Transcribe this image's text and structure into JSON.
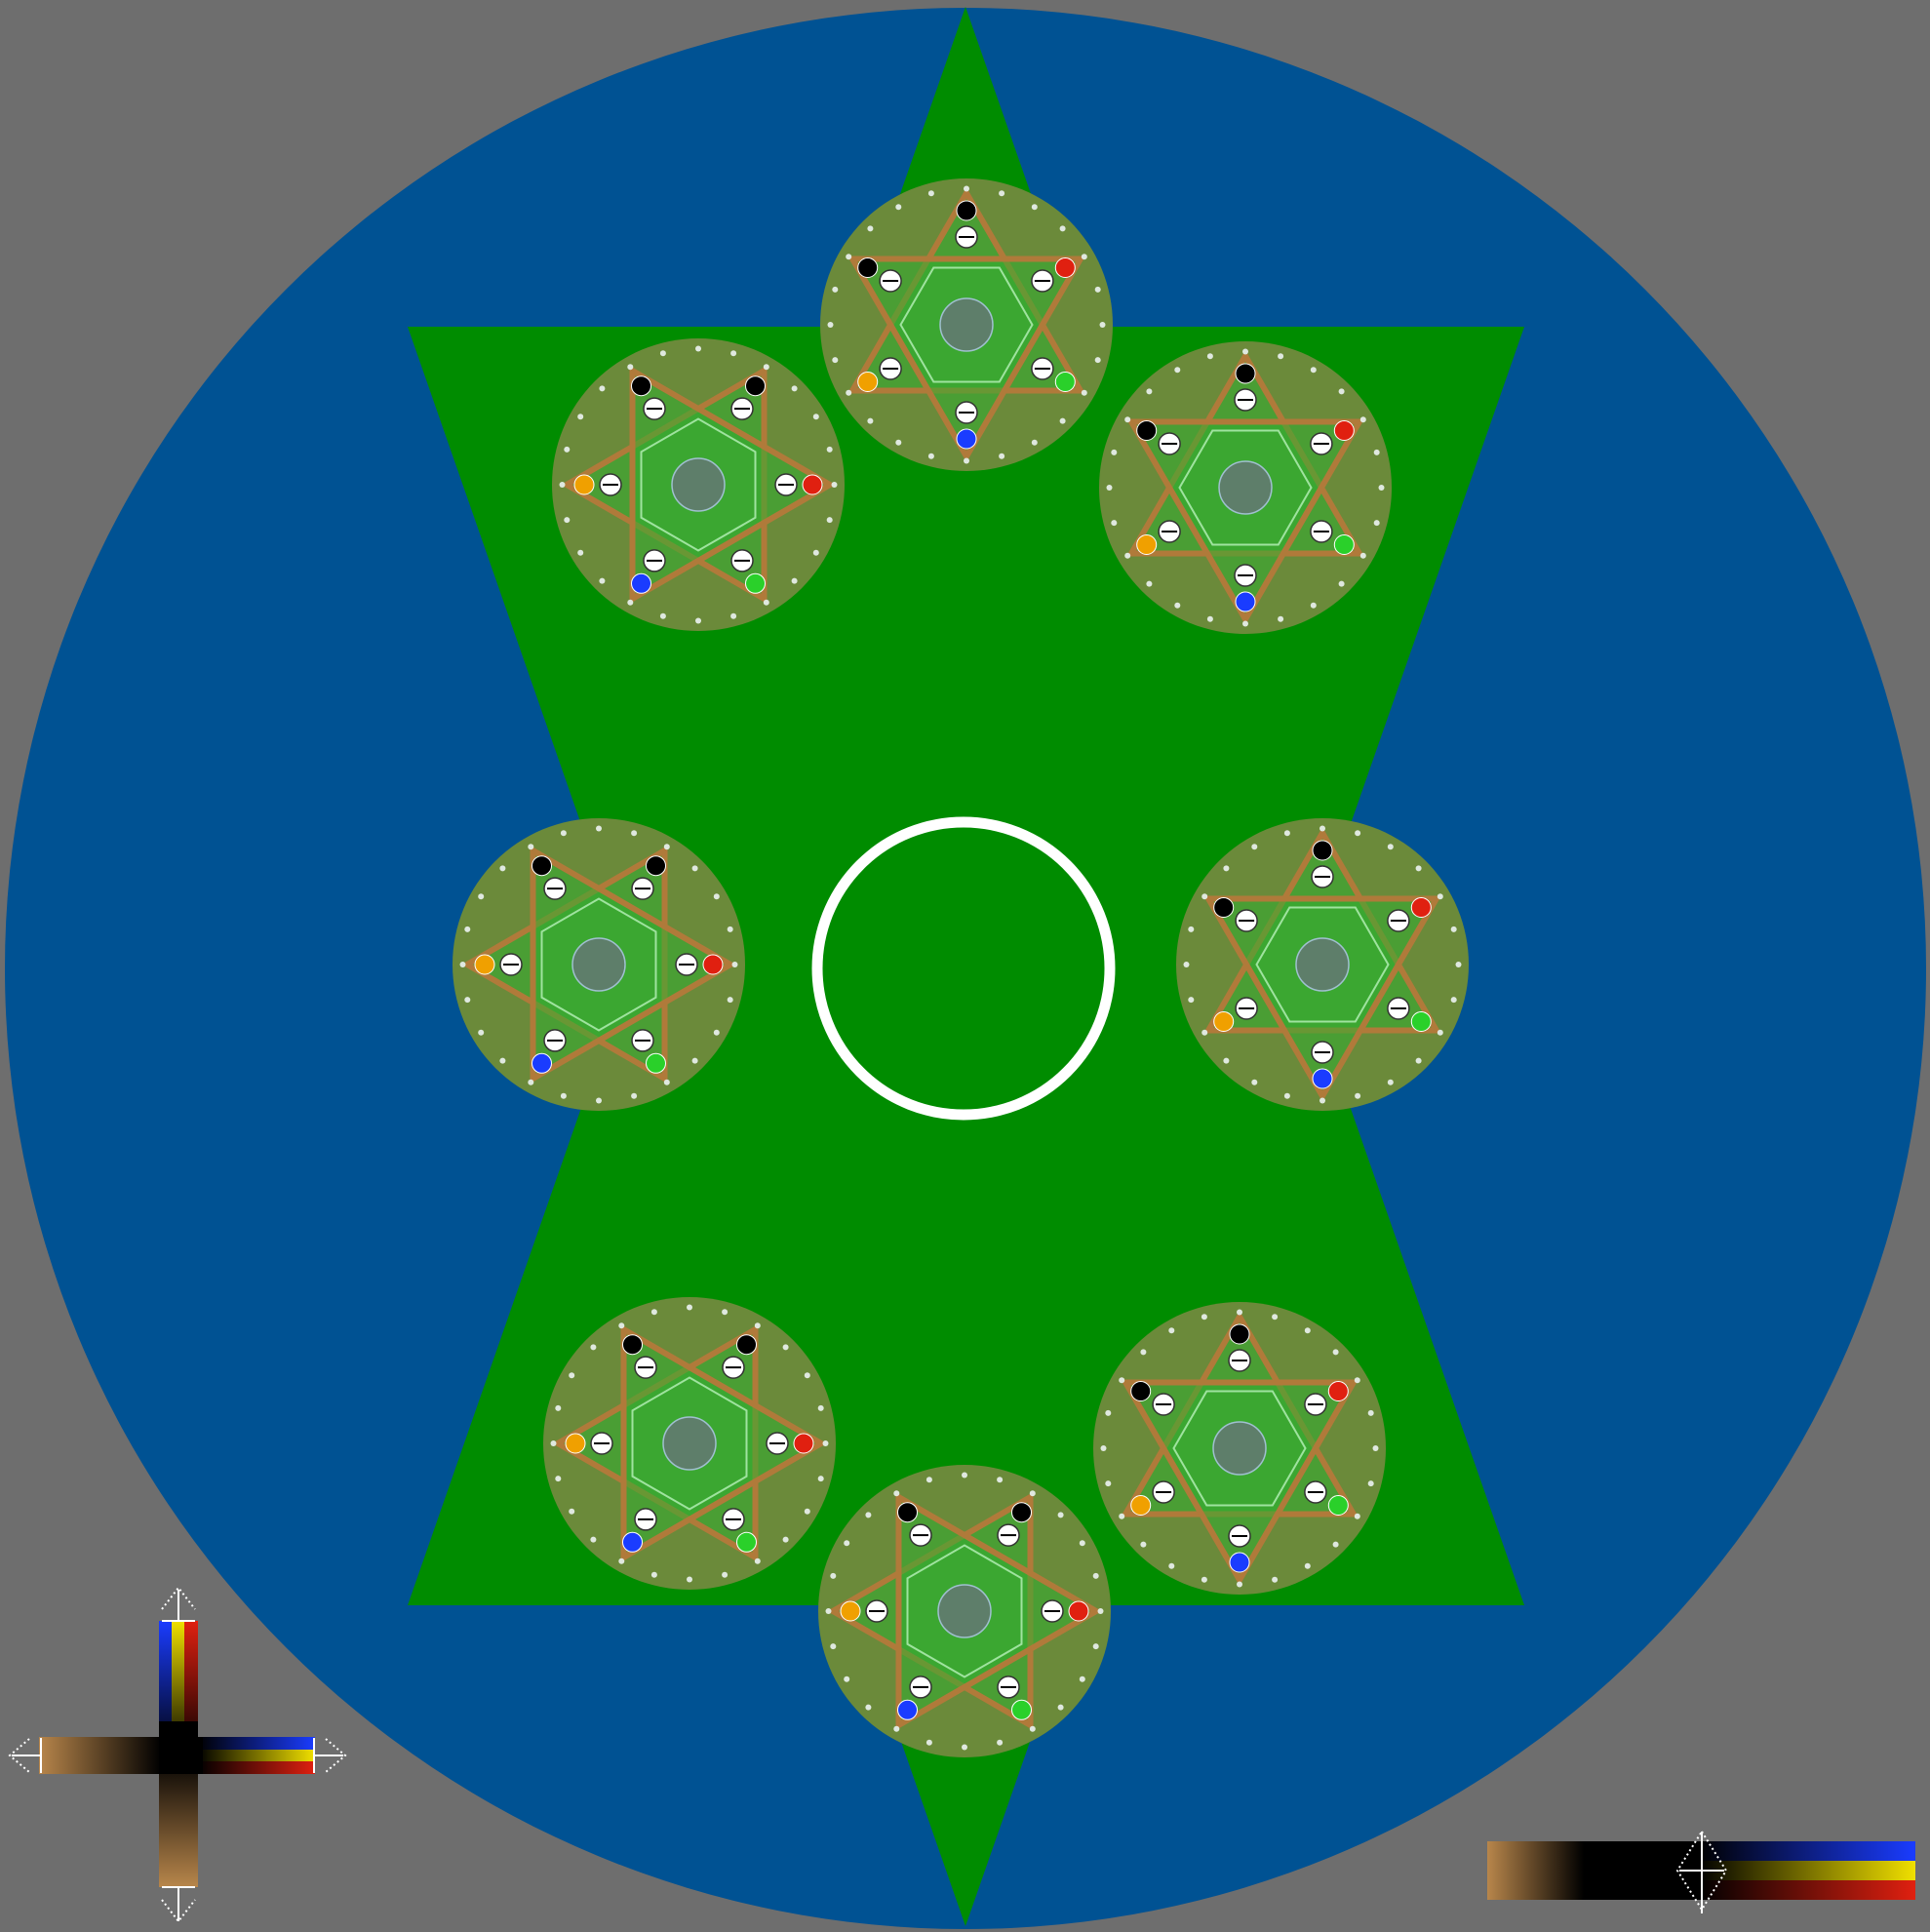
{
  "colors": {
    "background": "#6e6e6e",
    "disc": "#005293",
    "star": "#008c00",
    "medallion_bg": "#6b8a3a",
    "medallion_lines": "#b07a3a",
    "ring": "#ffffff",
    "brown": "#b8864b",
    "blue": "#1a3cff",
    "yellow": "#f0e000",
    "red": "#e02010"
  },
  "board": {
    "medallion_count": 8,
    "center_ring": "center-ring"
  },
  "controls": {
    "cross_widget": "cross-slider-widget",
    "horizontal_slider": "horizontal-slider-widget",
    "horizontal_slider_level": 0.5
  }
}
